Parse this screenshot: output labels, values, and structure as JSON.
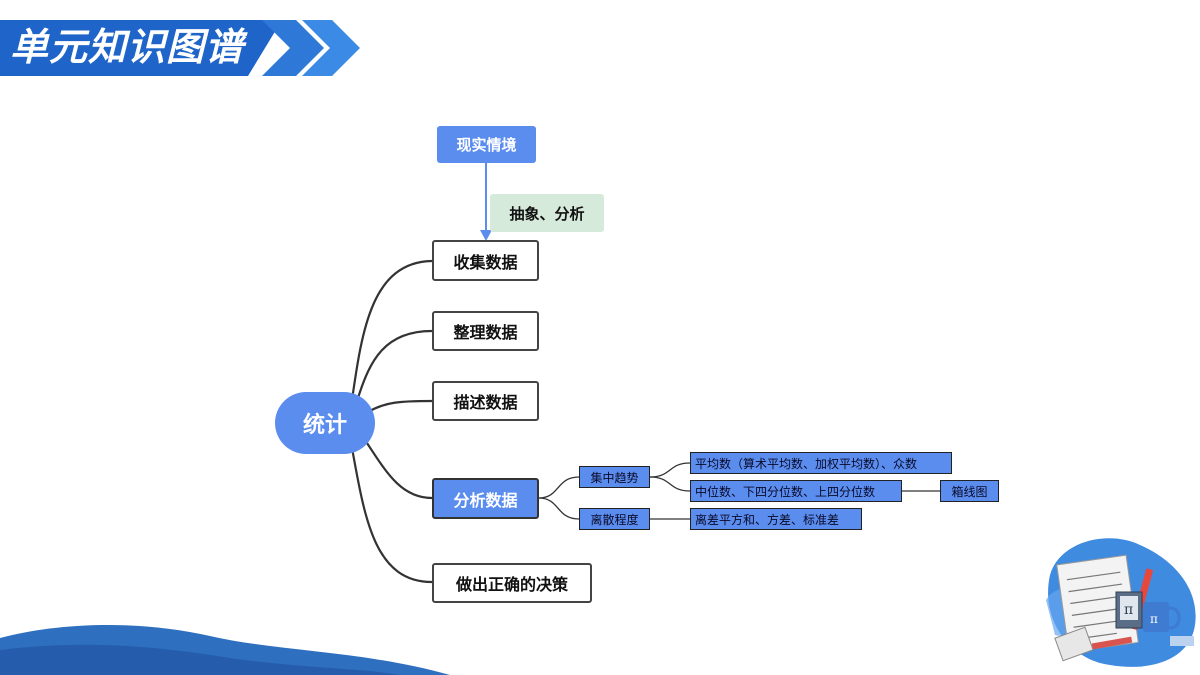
{
  "header": {
    "title": "单元知识图谱"
  },
  "diagram": {
    "top_node": "现实情境",
    "arrow_label": "抽象、分析",
    "root": "统计",
    "branches": [
      "收集数据",
      "整理数据",
      "描述数据",
      "分析数据",
      "做出正确的决策"
    ],
    "analysis": {
      "central_tendency": {
        "label": "集中趋势",
        "items": [
          "平均数（算术平均数、加权平均数）、众数",
          "中位数、下四分位数、上四分位数"
        ],
        "extra": "箱线图"
      },
      "dispersion": {
        "label": "离散程度",
        "items": [
          "离差平方和、方差、标准差"
        ]
      }
    }
  },
  "colors": {
    "accent_blue": "#5b8def",
    "banner_blue": "#1f64c8",
    "label_green": "#d6eadb",
    "wave_blue": "#2f6fbf"
  },
  "decoration": {
    "illustration": "math-notebook-pi-mug-illustration"
  }
}
